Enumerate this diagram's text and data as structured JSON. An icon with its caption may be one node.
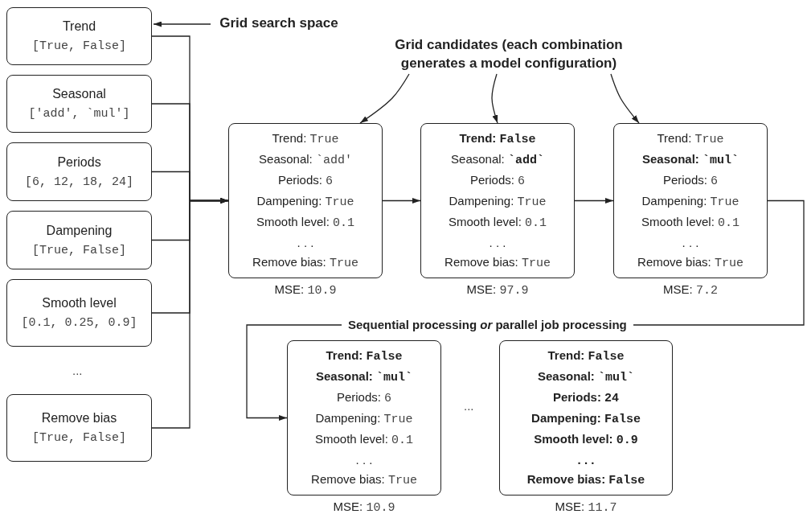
{
  "diagram": {
    "nodes": [
      {
        "text": [
          "Trend",
          "[True, False]"
        ]
      },
      {
        "text": [
          "Seasonal",
          "['add', `mul']"
        ]
      },
      {
        "text": [
          "Periods",
          "[6, 12, 18, 24]"
        ]
      },
      {
        "text": [
          "Dampening",
          "[True, False]"
        ]
      },
      {
        "text": [
          "Smooth level",
          "[0.1, 0.25, 0.9]"
        ]
      },
      {
        "text": [
          "Remove bias",
          "[True, False]"
        ]
      },
      {
        "text": [
          "Grid search space"
        ]
      },
      {
        "text": [
          "Grid candidates (each combination generates a model configuration)"
        ]
      },
      {
        "text": [
          "Trend: True",
          "Seasonal: `add'",
          "Periods: 6",
          "Dampening: True",
          "Smooth level: 0.1",
          ". . .",
          "Remove bias: True"
        ],
        "beside": [
          "MSE: 10.9"
        ]
      },
      {
        "text": [
          "**Trend: False**",
          "Seasonal: **`add`**",
          "Periods: 6",
          "Dampening: True",
          "Smooth level: 0.1",
          ". . .",
          "Remove bias: True"
        ],
        "beside": [
          "MSE: 97.9"
        ]
      },
      {
        "text": [
          "Trend: True",
          "**Seasonal: `mul`**",
          "Periods: 6",
          "Dampening: True",
          "Smooth level: 0.1",
          ". . .",
          "Remove bias: True"
        ],
        "beside": [
          "MSE: 7.2"
        ]
      },
      {
        "text": [
          "**Trend: False**",
          "**Seasonal: `mul`**",
          "Periods: 6",
          "Dampening: True",
          "Smooth level: 0.1",
          ". . .",
          "Remove bias: True"
        ],
        "beside": [
          "MSE: 10.9"
        ]
      },
      {
        "text": [
          "**Trend: False**",
          "**Seasonal: `mul`**",
          "**Periods: 24**",
          "**Dampening: False**",
          "**Smooth level: 0.9**",
          "**. . .**",
          "**Remove bias: False**"
        ],
        "beside": [
          "MSE: 11.7"
        ]
      }
    ],
    "edges": [
      {
        "from": 0,
        "to": 8,
        "arrow": "to"
      },
      {
        "from": 1,
        "to": 8,
        "arrow": "to"
      },
      {
        "from": 2,
        "to": 8,
        "arrow": "to"
      },
      {
        "from": 3,
        "to": 8,
        "arrow": "to"
      },
      {
        "from": 4,
        "to": 8,
        "arrow": "to"
      },
      {
        "from": 5,
        "to": 8,
        "arrow": "to"
      },
      {
        "from": 6,
        "to": 0,
        "arrow": "to"
      },
      {
        "from": 7,
        "to": 8,
        "arrow": "to"
      },
      {
        "from": 7,
        "to": 9,
        "arrow": "to"
      },
      {
        "from": 7,
        "to": 10,
        "arrow": "to"
      },
      {
        "from": 8,
        "to": 9,
        "arrow": "to"
      },
      {
        "from": 9,
        "to": 10,
        "arrow": "to"
      },
      {
        "from": 10,
        "to": 11,
        "arrow": "to",
        "label": "Sequential processing *or* parallel job processing"
      }
    ],
    "labels": [
      "...",
      "..."
    ]
  }
}
